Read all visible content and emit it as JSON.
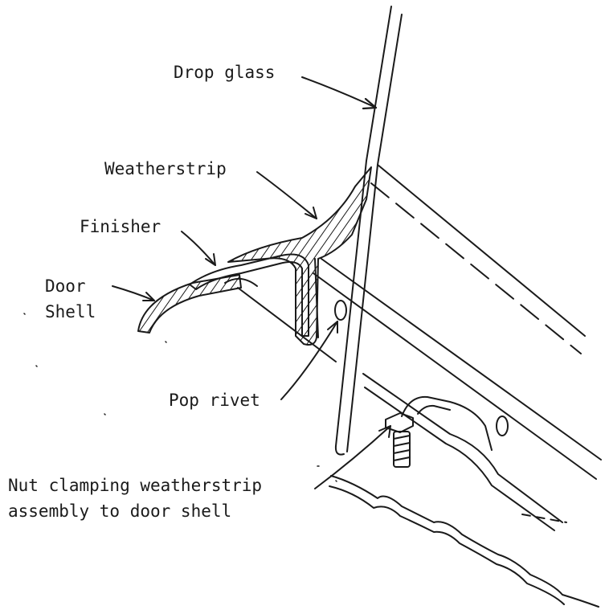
{
  "labels": {
    "drop_glass": "Drop glass",
    "weatherstrip": "Weatherstrip",
    "finisher": "Finisher",
    "door_shell_line1": "Door",
    "door_shell_line2": "Shell",
    "pop_rivet": "Pop rivet",
    "nut_line1": "Nut clamping weatherstrip",
    "nut_line2": "assembly to door shell"
  },
  "colors": {
    "ink": "#1a1a1a",
    "paper": "#ffffff"
  }
}
